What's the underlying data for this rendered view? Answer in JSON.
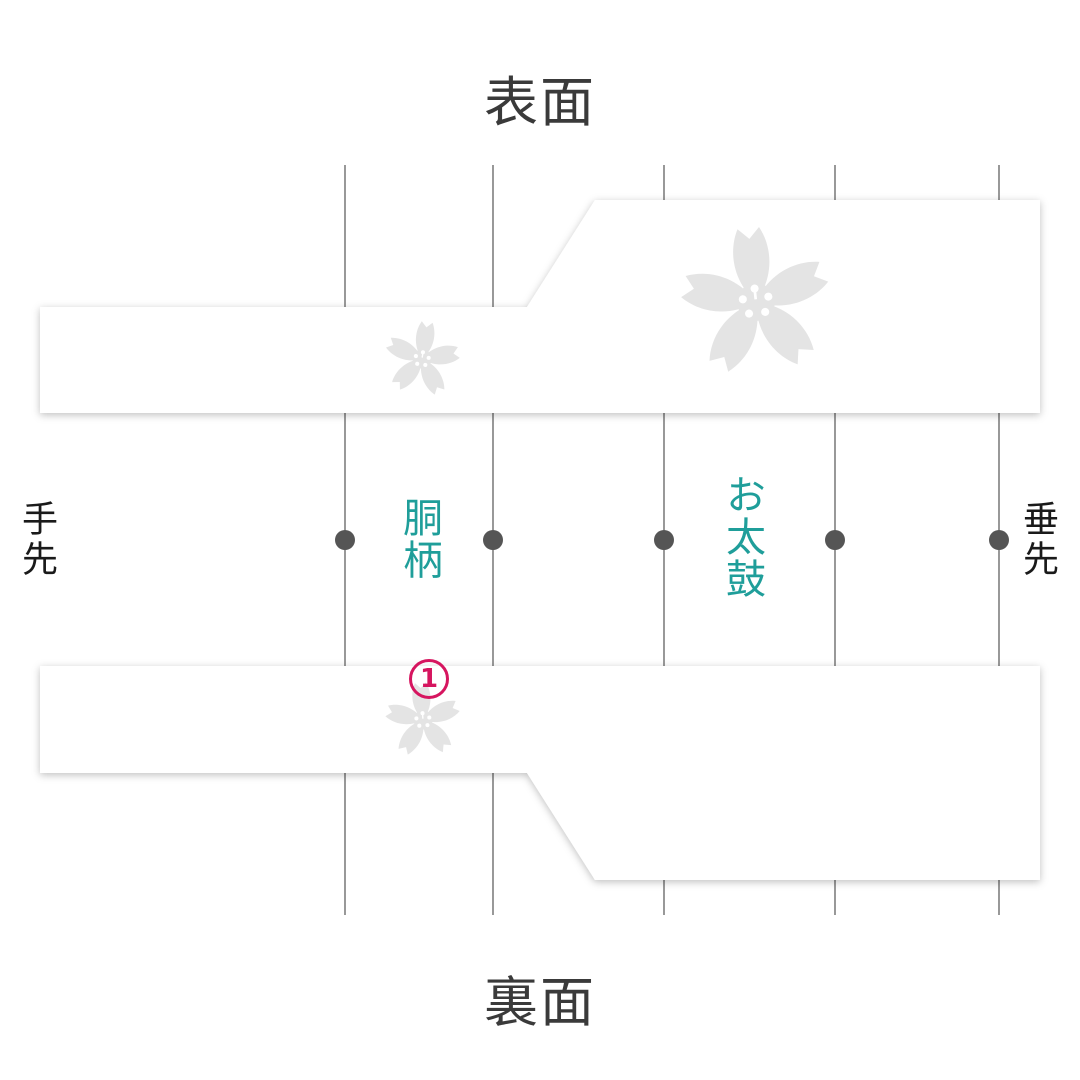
{
  "headings": {
    "front": "表面",
    "back": "裏面"
  },
  "ends": {
    "left": "手先",
    "right": "垂先"
  },
  "sections": {
    "body_pattern": "胴柄",
    "taiko": "お太鼓"
  },
  "marker": "1",
  "colors": {
    "section_label": "#1f9e9a",
    "marker": "#d6155f",
    "flower": "#e4e4e4",
    "line": "#555555",
    "dot": "#555555"
  },
  "icons": [
    "sakura-flower-icon",
    "fold-dot-icon",
    "circled-number-icon"
  ]
}
